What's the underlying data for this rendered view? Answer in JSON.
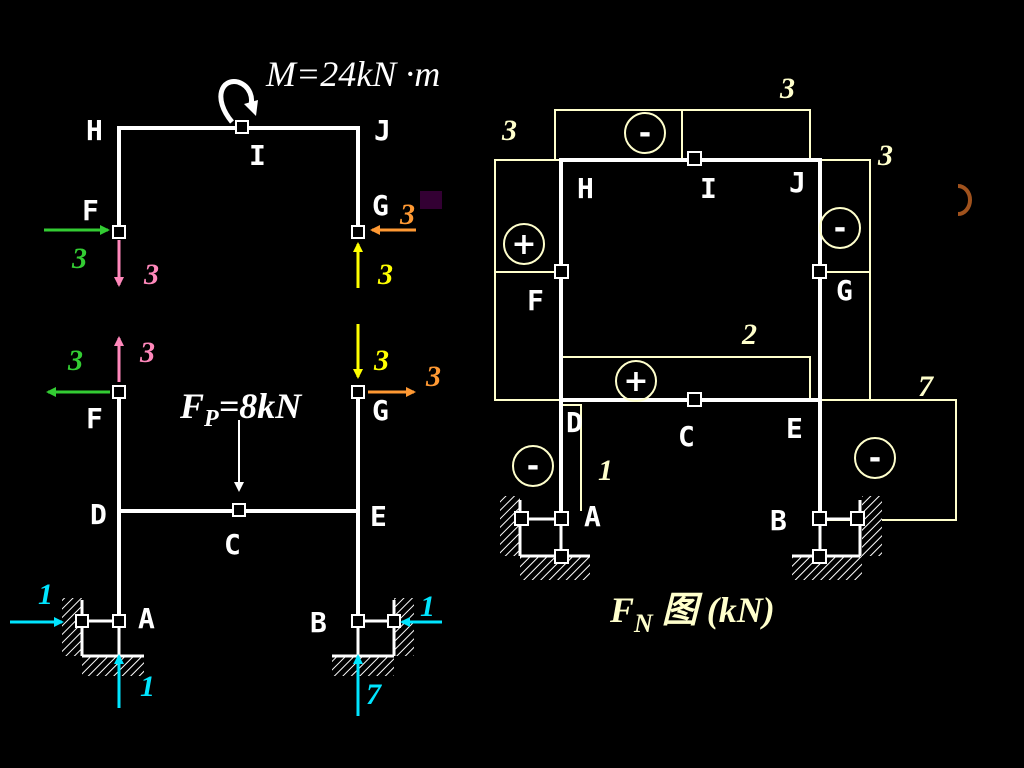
{
  "colors": {
    "background": "#000000",
    "frame": "#ffffff",
    "diagram_outline": "#ffffcc",
    "force_green": "#33cc33",
    "force_pink": "#ff88bb",
    "force_yellow": "#ffff00",
    "force_orange": "#ff9933",
    "force_cyan": "#00e5ff",
    "accent_purple": "#330033",
    "accent_brown": "#a0521d"
  },
  "left_frame": {
    "moment": {
      "symbol": "M",
      "equals": "=",
      "value": "24kN ·m"
    },
    "nodes": [
      "H",
      "I",
      "J",
      "F",
      "G",
      "F",
      "G",
      "D",
      "C",
      "E",
      "A",
      "B"
    ],
    "load": {
      "symbol": "F",
      "subscript": "P",
      "value": "=8kN"
    },
    "force_labels": {
      "f_top_horizontal": "3",
      "f_top_vertical": "3",
      "g_top_horizontal": "3",
      "g_top_vertical": "3",
      "f_bottom_vertical": "3",
      "f_bottom_horizontal": "3",
      "g_bottom_vertical": "3",
      "g_bottom_horizontal": "3",
      "a_horizontal": "1",
      "a_vertical": "1",
      "b_horizontal": "1",
      "b_vertical": "7"
    }
  },
  "fn_diagram": {
    "nodes": [
      "H",
      "I",
      "J",
      "F",
      "G",
      "D",
      "C",
      "E",
      "A",
      "B"
    ],
    "value_labels": {
      "hi_top": "3",
      "hi_left": "3",
      "jg_right": "3",
      "dc": "2",
      "eb": "7",
      "da": "1"
    },
    "signs": [
      "-",
      "-",
      "+",
      "+",
      "-",
      "-"
    ],
    "title": {
      "symbol": "F",
      "subscript": "N",
      "text": " 图  (kN)"
    }
  }
}
